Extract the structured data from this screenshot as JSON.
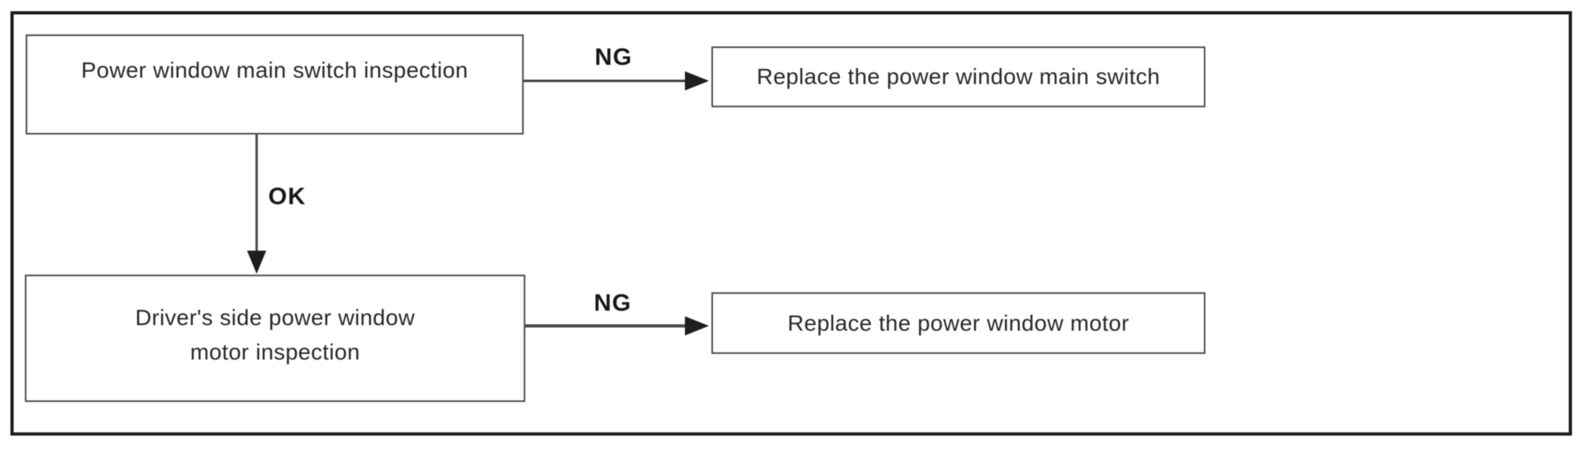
{
  "flowchart": {
    "nodes": {
      "step1": {
        "label": "Power window main switch inspection"
      },
      "action1": {
        "label": "Replace the power window main switch"
      },
      "step2": {
        "label": "Driver's side power window motor inspection",
        "line1": "Driver's side power window",
        "line2": "motor  inspection"
      },
      "action2": {
        "label": "Replace the power window motor"
      }
    },
    "edges": {
      "step1_fail": {
        "label": "NG",
        "from": "step1",
        "to": "action1"
      },
      "step1_pass": {
        "label": "OK",
        "from": "step1",
        "to": "step2"
      },
      "step2_fail": {
        "label": "NG",
        "from": "step2",
        "to": "action2"
      }
    },
    "colors": {
      "background": "#ffffff",
      "outer_border": "#1b1b1b",
      "box_border": "#4d4d4d",
      "arrow_line": "#4a4a4a",
      "arrow_head": "#1e1e1e",
      "text": "#262626"
    }
  }
}
